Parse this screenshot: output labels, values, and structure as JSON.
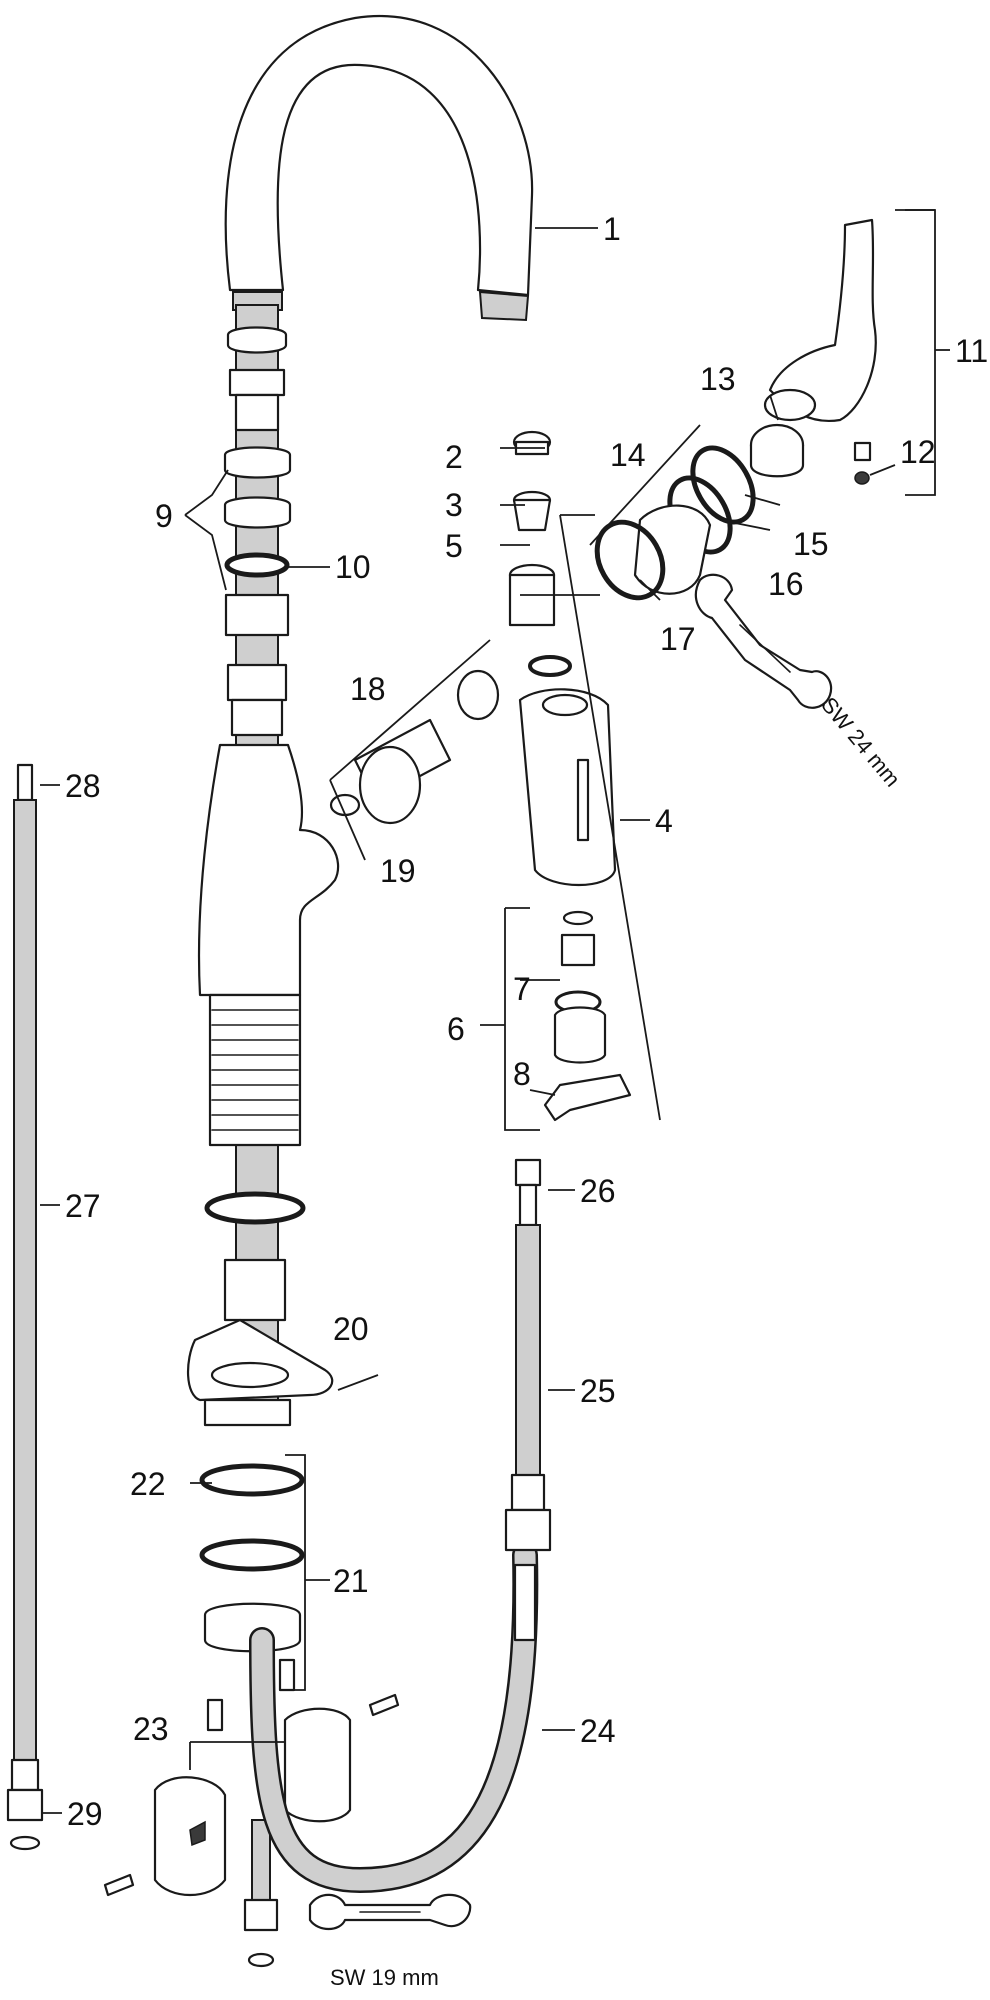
{
  "diagram": {
    "part_numbers": [
      "1",
      "2",
      "3",
      "4",
      "5",
      "6",
      "7",
      "8",
      "9",
      "10",
      "11",
      "12",
      "13",
      "14",
      "15",
      "16",
      "17",
      "18",
      "19",
      "20",
      "21",
      "22",
      "23",
      "24",
      "25",
      "26",
      "27",
      "28",
      "29"
    ],
    "wrench_labels": {
      "large": "SW 24 mm",
      "small": "SW 19 mm"
    },
    "colors": {
      "line": "#1a1a1a",
      "hose": "#cfcfcf",
      "background": "#ffffff"
    }
  }
}
